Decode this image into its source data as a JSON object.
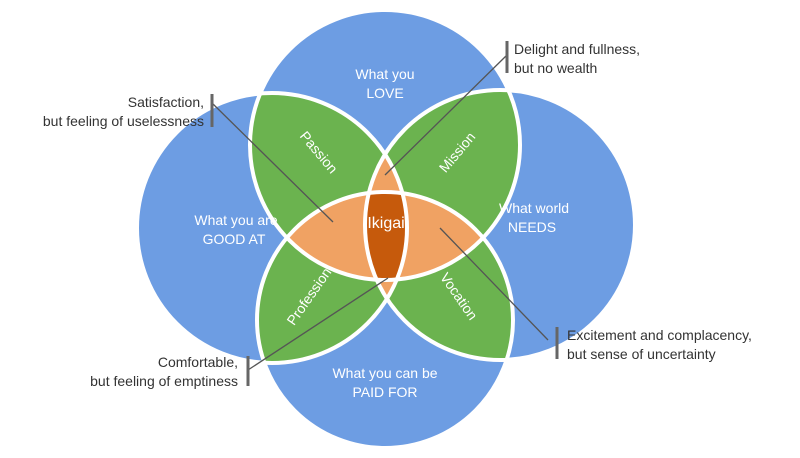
{
  "circles": {
    "love": {
      "line1": "What you",
      "line2": "LOVE"
    },
    "good_at": {
      "line1": "What you are",
      "line2": "GOOD AT"
    },
    "needs": {
      "line1": "What world",
      "line2": "NEEDS"
    },
    "paid_for": {
      "line1": "What you can be",
      "line2": "PAID FOR"
    }
  },
  "petals": {
    "passion": "Passion",
    "mission": "Mission",
    "profession": "Profession",
    "vocation": "Vocation"
  },
  "center": "Ikigai",
  "callouts": {
    "top_left": {
      "line1": "Satisfaction,",
      "line2": "but feeling of uselessness"
    },
    "top_right": {
      "line1": "Delight and fullness,",
      "line2": "but no wealth"
    },
    "bottom_left": {
      "line1": "Comfortable,",
      "line2": "but feeling of emptiness"
    },
    "bottom_right": {
      "line1": "Excitement and complacency,",
      "line2": "but sense of uncertainty"
    }
  },
  "colors": {
    "circle_fill": "#6d9de3",
    "petal_fill": "#6bb34f",
    "inner_fill": "#f0a263",
    "center_fill": "#c65a0c",
    "outline": "#ffffff",
    "leader": "#555555"
  }
}
